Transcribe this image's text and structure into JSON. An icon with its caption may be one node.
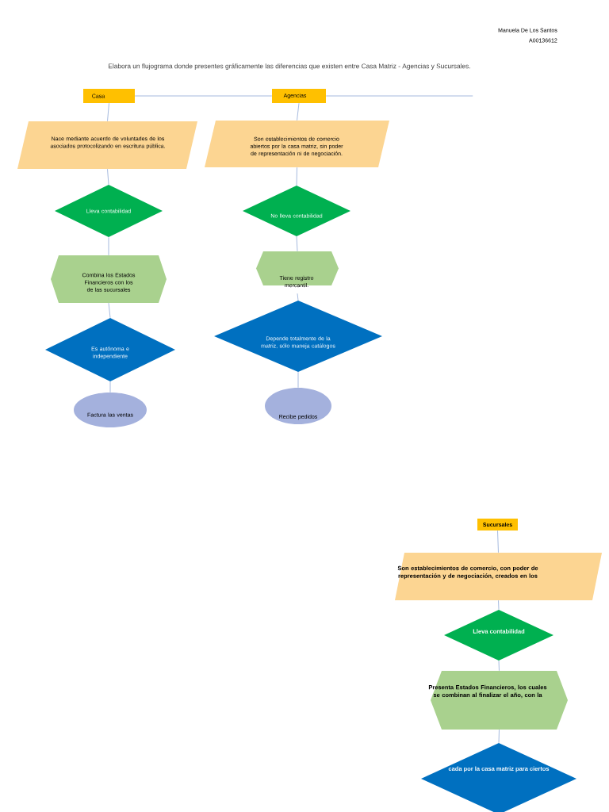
{
  "diagram": {
    "title": "Elabora un flujograma donde presentes gráficamente las diferencias que existen entre Casa Matriz - Agencias y Sucursales.",
    "nodes": [
      {
        "text": [
          "Casa"
        ]
      },
      {
        "text": [
          "Agencias"
        ]
      },
      {
        "text": [
          "Nace mediante acuerdo de voluntades de los asociados protocolizando en escritura pública."
        ]
      },
      {
        "text": [
          "Son establecimientos de comercio abiertos por la casa matriz, sin poder de representación ni de negociación."
        ]
      },
      {
        "text": [
          "Lleva contabilidad"
        ]
      },
      {
        "text": [
          "No lleva contabilidad"
        ]
      },
      {
        "text": [
          "Combina los Estados Financieros con los de las sucursales"
        ]
      },
      {
        "text": [
          "Tiene registro mercantil."
        ]
      },
      {
        "text": [
          "Es autónoma e independiente"
        ]
      },
      {
        "text": [
          "Depende totalmente de la matriz, sólo maneja catálogos"
        ]
      },
      {
        "text": [
          "Factura las ventas"
        ]
      },
      {
        "text": [
          "Recibe pedidos"
        ]
      },
      {
        "text": [
          "Sucursales"
        ]
      },
      {
        "text": [
          "Son establecimientos de comercio, con poder de representación y de negociación, creados en los"
        ]
      },
      {
        "text": [
          "Lleva contabilidad"
        ]
      },
      {
        "text": [
          "Presenta Estados Financieros, los cuales se combinan al finalizar el año, con la"
        ]
      },
      {
        "text": [
          "cada por la casa matriz para ciertos"
        ]
      }
    ],
    "edges": [
      {
        "from": 0,
        "to": 1,
        "arrow": "none"
      },
      {
        "from": 1,
        "to": null,
        "arrow": "none"
      },
      {
        "from": 0,
        "to": 2,
        "arrow": "none"
      },
      {
        "from": 2,
        "to": 4,
        "arrow": "none"
      },
      {
        "from": 4,
        "to": 6,
        "arrow": "none"
      },
      {
        "from": 6,
        "to": 8,
        "arrow": "none"
      },
      {
        "from": 8,
        "to": 10,
        "arrow": "none"
      },
      {
        "from": 1,
        "to": 3,
        "arrow": "none"
      },
      {
        "from": 3,
        "to": 5,
        "arrow": "none"
      },
      {
        "from": 5,
        "to": 7,
        "arrow": "none"
      },
      {
        "from": 7,
        "to": 9,
        "arrow": "none"
      },
      {
        "from": 9,
        "to": 11,
        "arrow": "none"
      },
      {
        "from": 12,
        "to": 13,
        "arrow": "none"
      },
      {
        "from": 13,
        "to": 14,
        "arrow": "none"
      },
      {
        "from": 14,
        "to": 15,
        "arrow": "none"
      },
      {
        "from": 15,
        "to": 16,
        "arrow": "none"
      }
    ],
    "labels": [
      "Manuela De Los Santos",
      "A00136612"
    ]
  }
}
